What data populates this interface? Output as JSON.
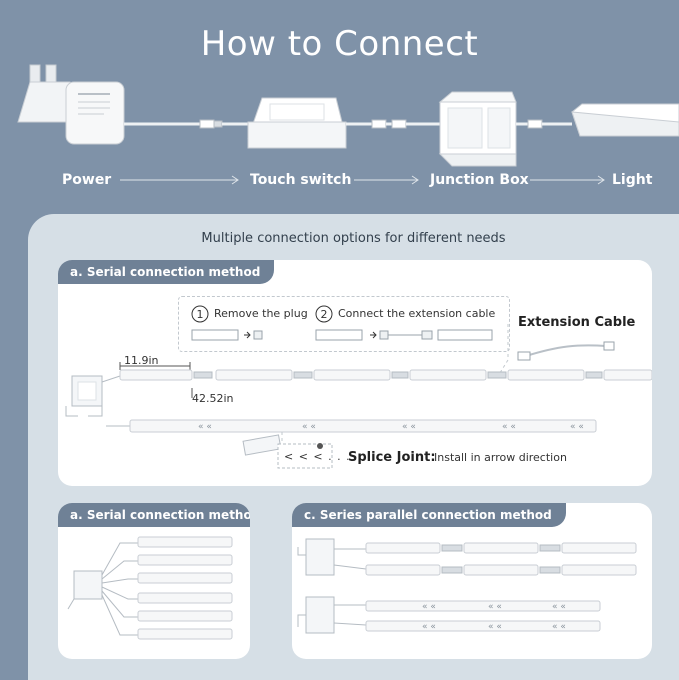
{
  "title": "How to Connect",
  "flow": {
    "power": "Power",
    "touch_switch": "Touch switch",
    "junction_box": "Junction Box",
    "light": "Light"
  },
  "subtitle": "Multiple connection options for different needs",
  "serial_card": {
    "tag": "a. Serial connection method",
    "step1": "Remove the plug",
    "step1_num": "1",
    "step2": "Connect the extension cable",
    "step2_num": "2",
    "extension_cable": "Extension Cable",
    "length_short": "11.9in",
    "length_long": "42.52in",
    "splice_title": "Splice Joint:",
    "splice_desc": "Install in arrow direction",
    "splice_arrows": "< < < . . ."
  },
  "bottom_left_card": {
    "tag": "a. Serial connection method"
  },
  "bottom_right_card": {
    "tag": "c. Series parallel connection method"
  },
  "colors": {
    "background": "#7f92a8",
    "panel": "#d6dfe6",
    "tag": "#6f8196"
  }
}
